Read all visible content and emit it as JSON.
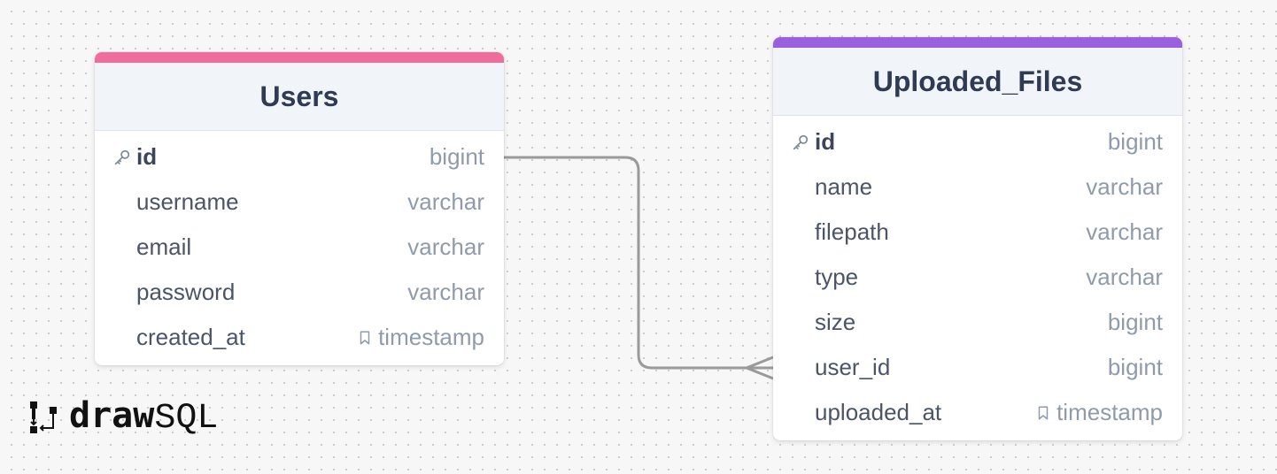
{
  "colors": {
    "users_accent": "#f06c9b",
    "uploaded_files_accent": "#9b5fe0",
    "connector": "#9a9a9a"
  },
  "tables": [
    {
      "name": "Users",
      "columns": [
        {
          "name": "id",
          "type": "bigint",
          "primary_key": true,
          "icon": "key-icon"
        },
        {
          "name": "username",
          "type": "varchar"
        },
        {
          "name": "email",
          "type": "varchar"
        },
        {
          "name": "password",
          "type": "varchar"
        },
        {
          "name": "created_at",
          "type": "timestamp",
          "icon": "bookmark-icon"
        }
      ]
    },
    {
      "name": "Uploaded_Files",
      "columns": [
        {
          "name": "id",
          "type": "bigint",
          "primary_key": true,
          "icon": "key-icon"
        },
        {
          "name": "name",
          "type": "varchar"
        },
        {
          "name": "filepath",
          "type": "varchar"
        },
        {
          "name": "type",
          "type": "varchar"
        },
        {
          "name": "size",
          "type": "bigint"
        },
        {
          "name": "user_id",
          "type": "bigint"
        },
        {
          "name": "uploaded_at",
          "type": "timestamp",
          "icon": "bookmark-icon"
        }
      ]
    }
  ],
  "relationship": {
    "from": "Users.id",
    "to": "Uploaded_Files.user_id",
    "cardinality": "one-to-many"
  },
  "logo": {
    "bold": "draw",
    "light": "SQL"
  }
}
